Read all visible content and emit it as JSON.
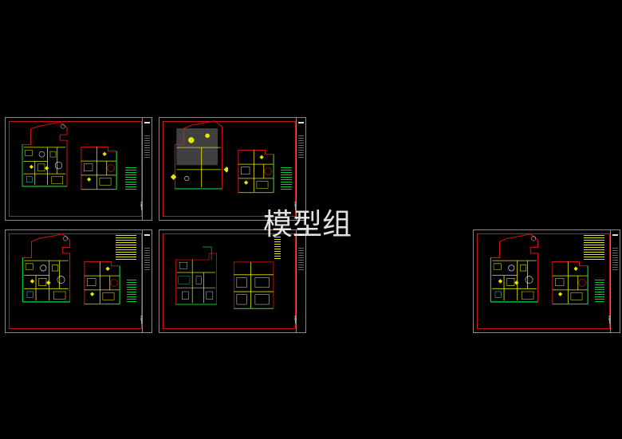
{
  "watermark": {
    "text": "模型组"
  },
  "sheets": [
    {
      "name": "sheet-1",
      "caption": ""
    },
    {
      "name": "sheet-2",
      "caption": ""
    },
    {
      "name": "sheet-3",
      "caption": ""
    },
    {
      "name": "sheet-4",
      "caption": ""
    },
    {
      "name": "sheet-5",
      "caption": ""
    }
  ],
  "colors": {
    "background": "#000000",
    "sheet_border": "#8a8a8a",
    "frame_red": "#cc1111",
    "wall_yellow": "#e6e600",
    "wall_green": "#00cc33",
    "accent_white": "#ffffff",
    "furniture_cyan": "#33cccc",
    "ceiling_fill": "#555555"
  },
  "icons": [
    "floor-plan-icon",
    "human-figure-icon",
    "legend-table-icon"
  ]
}
